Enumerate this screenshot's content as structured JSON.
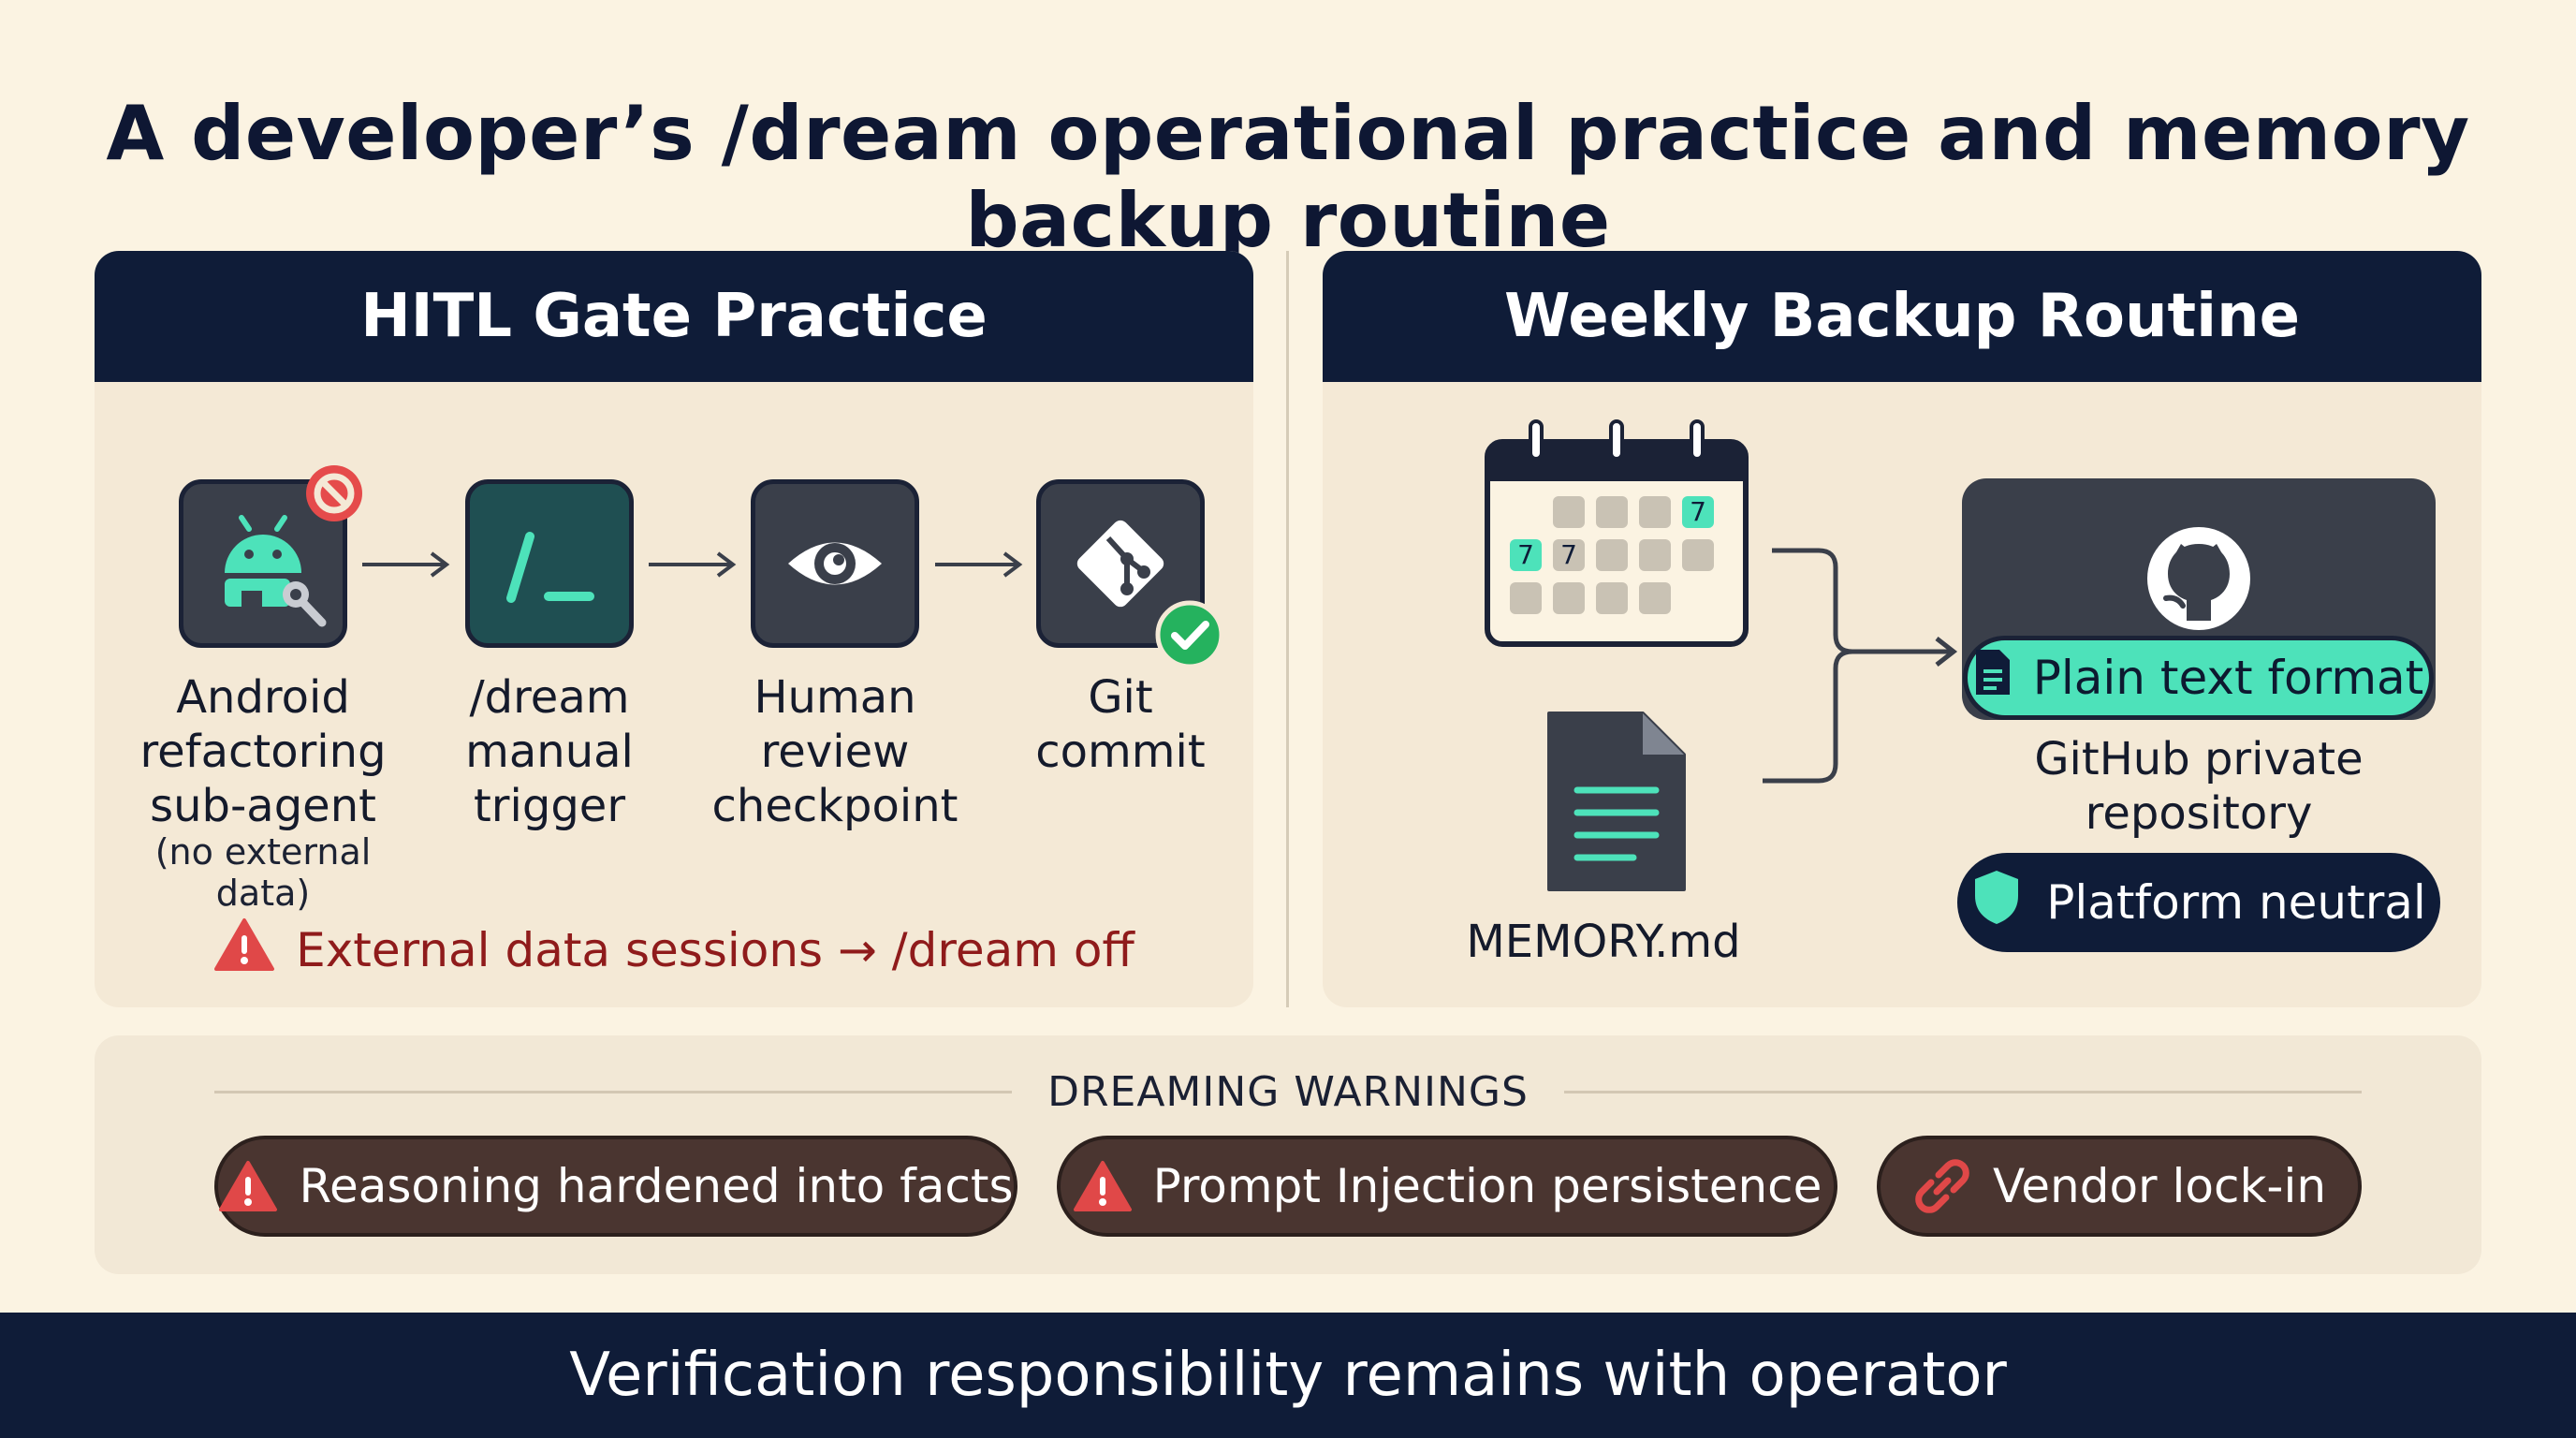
{
  "title": "A developer’s /dream operational practice and memory backup routine",
  "hitl": {
    "heading": "HITL Gate Practice",
    "steps": [
      {
        "lines": [
          "Android",
          "refactoring",
          "sub-agent"
        ],
        "note": "(no external data)",
        "icon": "android-wrench-icon"
      },
      {
        "lines": [
          "/dream",
          "manual",
          "trigger"
        ],
        "icon": "terminal-icon"
      },
      {
        "lines": [
          "Human",
          "review",
          "checkpoint"
        ],
        "icon": "eye-icon"
      },
      {
        "lines": [
          "Git",
          "commit"
        ],
        "icon": "git-icon"
      }
    ],
    "warning": "External data sessions → /dream off"
  },
  "backup": {
    "heading": "Weekly Backup Routine",
    "calendar_day": "7",
    "memory_file": "MEMORY.md",
    "format_badge": "Plain text format",
    "repo_label_lines": [
      "GitHub private",
      "repository"
    ],
    "neutral_badge": "Platform neutral"
  },
  "warnings": {
    "heading": "DREAMING WARNINGS",
    "items": [
      {
        "label": "Reasoning hardened into facts",
        "icon": "warning-triangle-icon"
      },
      {
        "label": "Prompt Injection persistence",
        "icon": "warning-triangle-icon"
      },
      {
        "label": "Vendor lock-in",
        "icon": "broken-link-icon"
      }
    ]
  },
  "footer": "Verification responsibility remains with operator",
  "colors": {
    "background": "#fbf3e2",
    "navy": "#0f1c38",
    "teal": "#4de2ba",
    "warning_red": "#e04848",
    "chip_brown": "#4a3530"
  }
}
